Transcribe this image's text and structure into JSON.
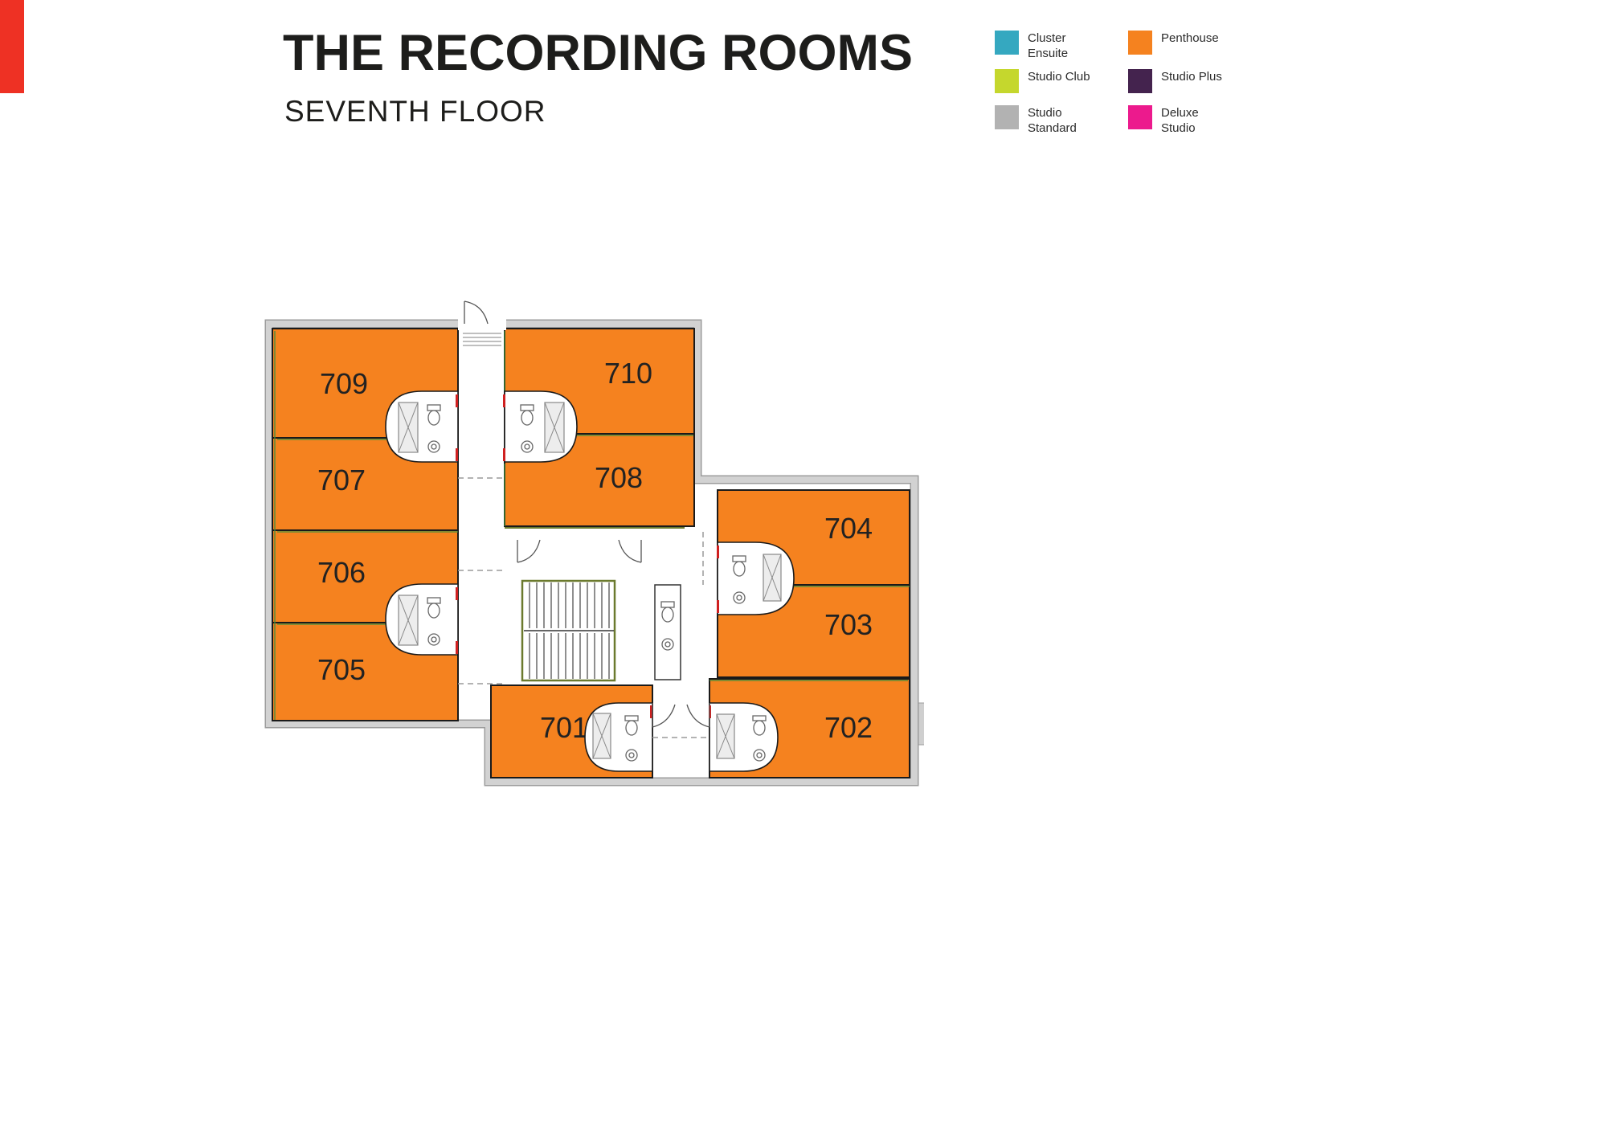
{
  "page": {
    "title": "THE RECORDING ROOMS",
    "subtitle": "SEVENTH FLOOR"
  },
  "colors": {
    "penthouse": "#F5821F",
    "ribbon": "#EE3124"
  },
  "legend": {
    "items": [
      {
        "label": "Cluster Ensuite",
        "color": "#35A8C0"
      },
      {
        "label": "Penthouse",
        "color": "#F5821F"
      },
      {
        "label": "Studio Club",
        "color": "#C5D72D"
      },
      {
        "label": "Studio Plus",
        "color": "#44234E"
      },
      {
        "label": "Studio Standard",
        "color": "#B2B2B2"
      },
      {
        "label": "Deluxe Studio",
        "color": "#EC1A8D"
      }
    ]
  },
  "rooms": [
    {
      "number": "709",
      "type": "Penthouse"
    },
    {
      "number": "707",
      "type": "Penthouse"
    },
    {
      "number": "706",
      "type": "Penthouse"
    },
    {
      "number": "705",
      "type": "Penthouse"
    },
    {
      "number": "710",
      "type": "Penthouse"
    },
    {
      "number": "708",
      "type": "Penthouse"
    },
    {
      "number": "704",
      "type": "Penthouse"
    },
    {
      "number": "703",
      "type": "Penthouse"
    },
    {
      "number": "702",
      "type": "Penthouse"
    },
    {
      "number": "701",
      "type": "Penthouse"
    }
  ]
}
